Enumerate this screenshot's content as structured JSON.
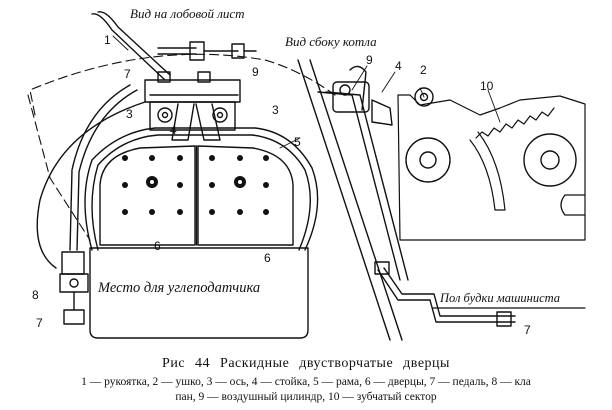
{
  "labels": {
    "front_view": "Вид на лобовой лист",
    "side_view": "Вид сбоку котла",
    "stoker_place": "Место для углеподатчика",
    "cab_floor": "Пол будки машиниста"
  },
  "numbers": {
    "n1": "1",
    "n2": "2",
    "n3a": "3",
    "n3b": "3",
    "n4a": "4",
    "n4b": "4",
    "n5": "5",
    "n6a": "6",
    "n6b": "6",
    "n7a": "7",
    "n7b": "7",
    "n7c": "7",
    "n8": "8",
    "n9a": "9",
    "n9b": "9",
    "n10": "10"
  },
  "caption": {
    "title": "Рис  44  Раскидные  двустворчатые   дверцы",
    "legend": "1 — рукоятка, 2 — ушко, 3 — ось, 4 — стойка, 5 — рама, 6 — дверцы, 7 — педаль, 8 — кла\nпан, 9 — воздушный цилиндр, 10 — зубчатый сектор"
  }
}
